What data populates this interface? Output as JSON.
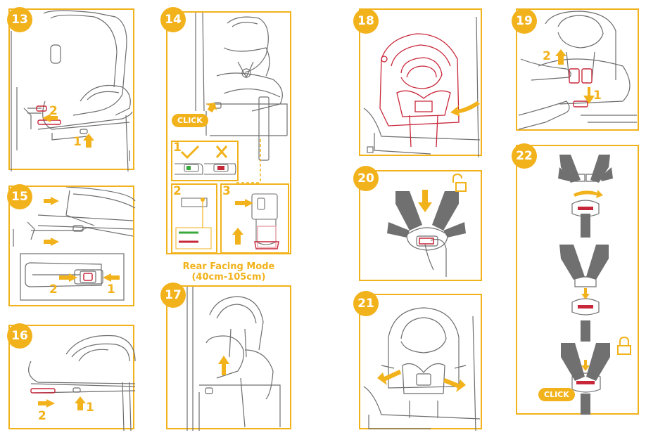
{
  "steps": {
    "s13": {
      "number": "13",
      "callouts": [
        "2",
        "1"
      ]
    },
    "s14": {
      "number": "14",
      "click": "CLICK",
      "sub": [
        "1",
        "2",
        "3"
      ]
    },
    "s15": {
      "number": "15",
      "callouts": [
        "2",
        "1"
      ]
    },
    "s16": {
      "number": "16",
      "callouts": [
        "2",
        "1"
      ]
    },
    "s17": {
      "number": "17"
    },
    "s18": {
      "number": "18"
    },
    "s19": {
      "number": "19",
      "callouts": [
        "2",
        "1"
      ]
    },
    "s20": {
      "number": "20"
    },
    "s21": {
      "number": "21"
    },
    "s22": {
      "number": "22",
      "click": "CLICK"
    }
  },
  "caption": {
    "line1": "Rear Facing Mode",
    "line2": "(40cm-105cm)"
  },
  "colors": {
    "accent": "#f2b21c",
    "line": "#6e6e6e",
    "strap": "#707070",
    "red": "#c8273a",
    "green": "#3aa83a"
  },
  "icons": [
    "arrow-icon",
    "check-icon",
    "cross-icon",
    "unlock-icon",
    "lock-icon"
  ]
}
